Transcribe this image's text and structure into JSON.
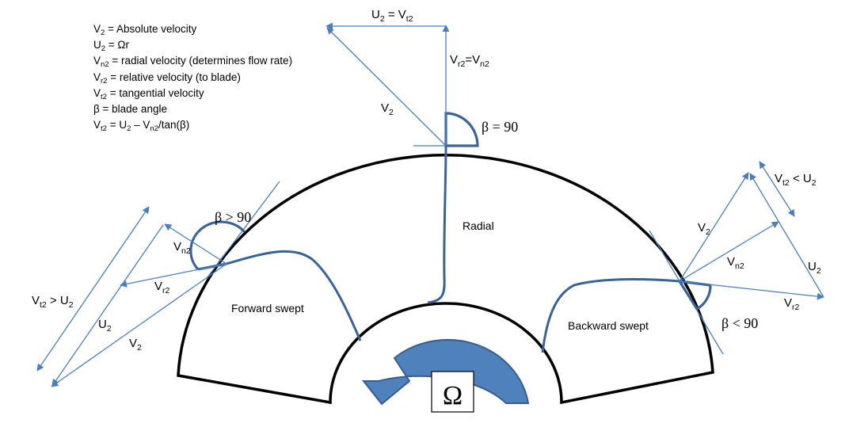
{
  "legend": [
    {
      "sym": "V",
      "sub": "2",
      "rest": " = Absolute velocity"
    },
    {
      "sym": "U",
      "sub": "2",
      "rest": " = Ωr"
    },
    {
      "sym": "V",
      "sub": "n2",
      "rest": " = radial velocity (determines flow rate)"
    },
    {
      "sym": "V",
      "sub": "r2",
      "rest": " = relative velocity (to blade)"
    },
    {
      "sym": "V",
      "sub": "t2",
      "rest": " = tangential velocity"
    },
    {
      "sym": "β",
      "sub": "",
      "rest": " = blade angle"
    },
    {
      "sym": "V",
      "sub": "t2",
      "rest": " = U",
      "sub2": "2",
      "rest2": " – V",
      "sub3": "n2",
      "rest3": "/tan(β)"
    }
  ],
  "regions": {
    "radial": "Radial",
    "forward": "Forward swept",
    "backward": "Backward swept"
  },
  "top_diagram": {
    "u2_eq": {
      "a": "U",
      "a_sub": "2",
      "b": " = V",
      "b_sub": "t2"
    },
    "vr2_eq": {
      "a": "V",
      "a_sub": "r2",
      "b": "=V",
      "b_sub": "n2"
    },
    "v2": {
      "a": "V",
      "a_sub": "2"
    },
    "beta": "β = 90"
  },
  "left_diagram": {
    "beta": "β > 90",
    "vn2": {
      "a": "V",
      "a_sub": "n2"
    },
    "vr2": {
      "a": "V",
      "a_sub": "r2"
    },
    "vt2": {
      "a": "V",
      "a_sub": "t2",
      "b": " > U",
      "b_sub": "2"
    },
    "u2": {
      "a": "U",
      "a_sub": "2"
    },
    "v2": {
      "a": "V",
      "a_sub": "2"
    }
  },
  "right_diagram": {
    "beta": "β < 90",
    "v2": {
      "a": "V",
      "a_sub": "2"
    },
    "vn2": {
      "a": "V",
      "a_sub": "n2"
    },
    "vr2": {
      "a": "V",
      "a_sub": "r2"
    },
    "u2": {
      "a": "U",
      "a_sub": "2"
    },
    "vt2": {
      "a": "V",
      "a_sub": "t2",
      "b": " < U",
      "b_sub": "2"
    }
  },
  "rotation_symbol": "Ω",
  "colors": {
    "vector": "#4a7ebb",
    "blade": "#3a6496",
    "arrow_fill": "#4f81bd",
    "arrow_stroke": "#385d8a",
    "outline": "#000000"
  }
}
